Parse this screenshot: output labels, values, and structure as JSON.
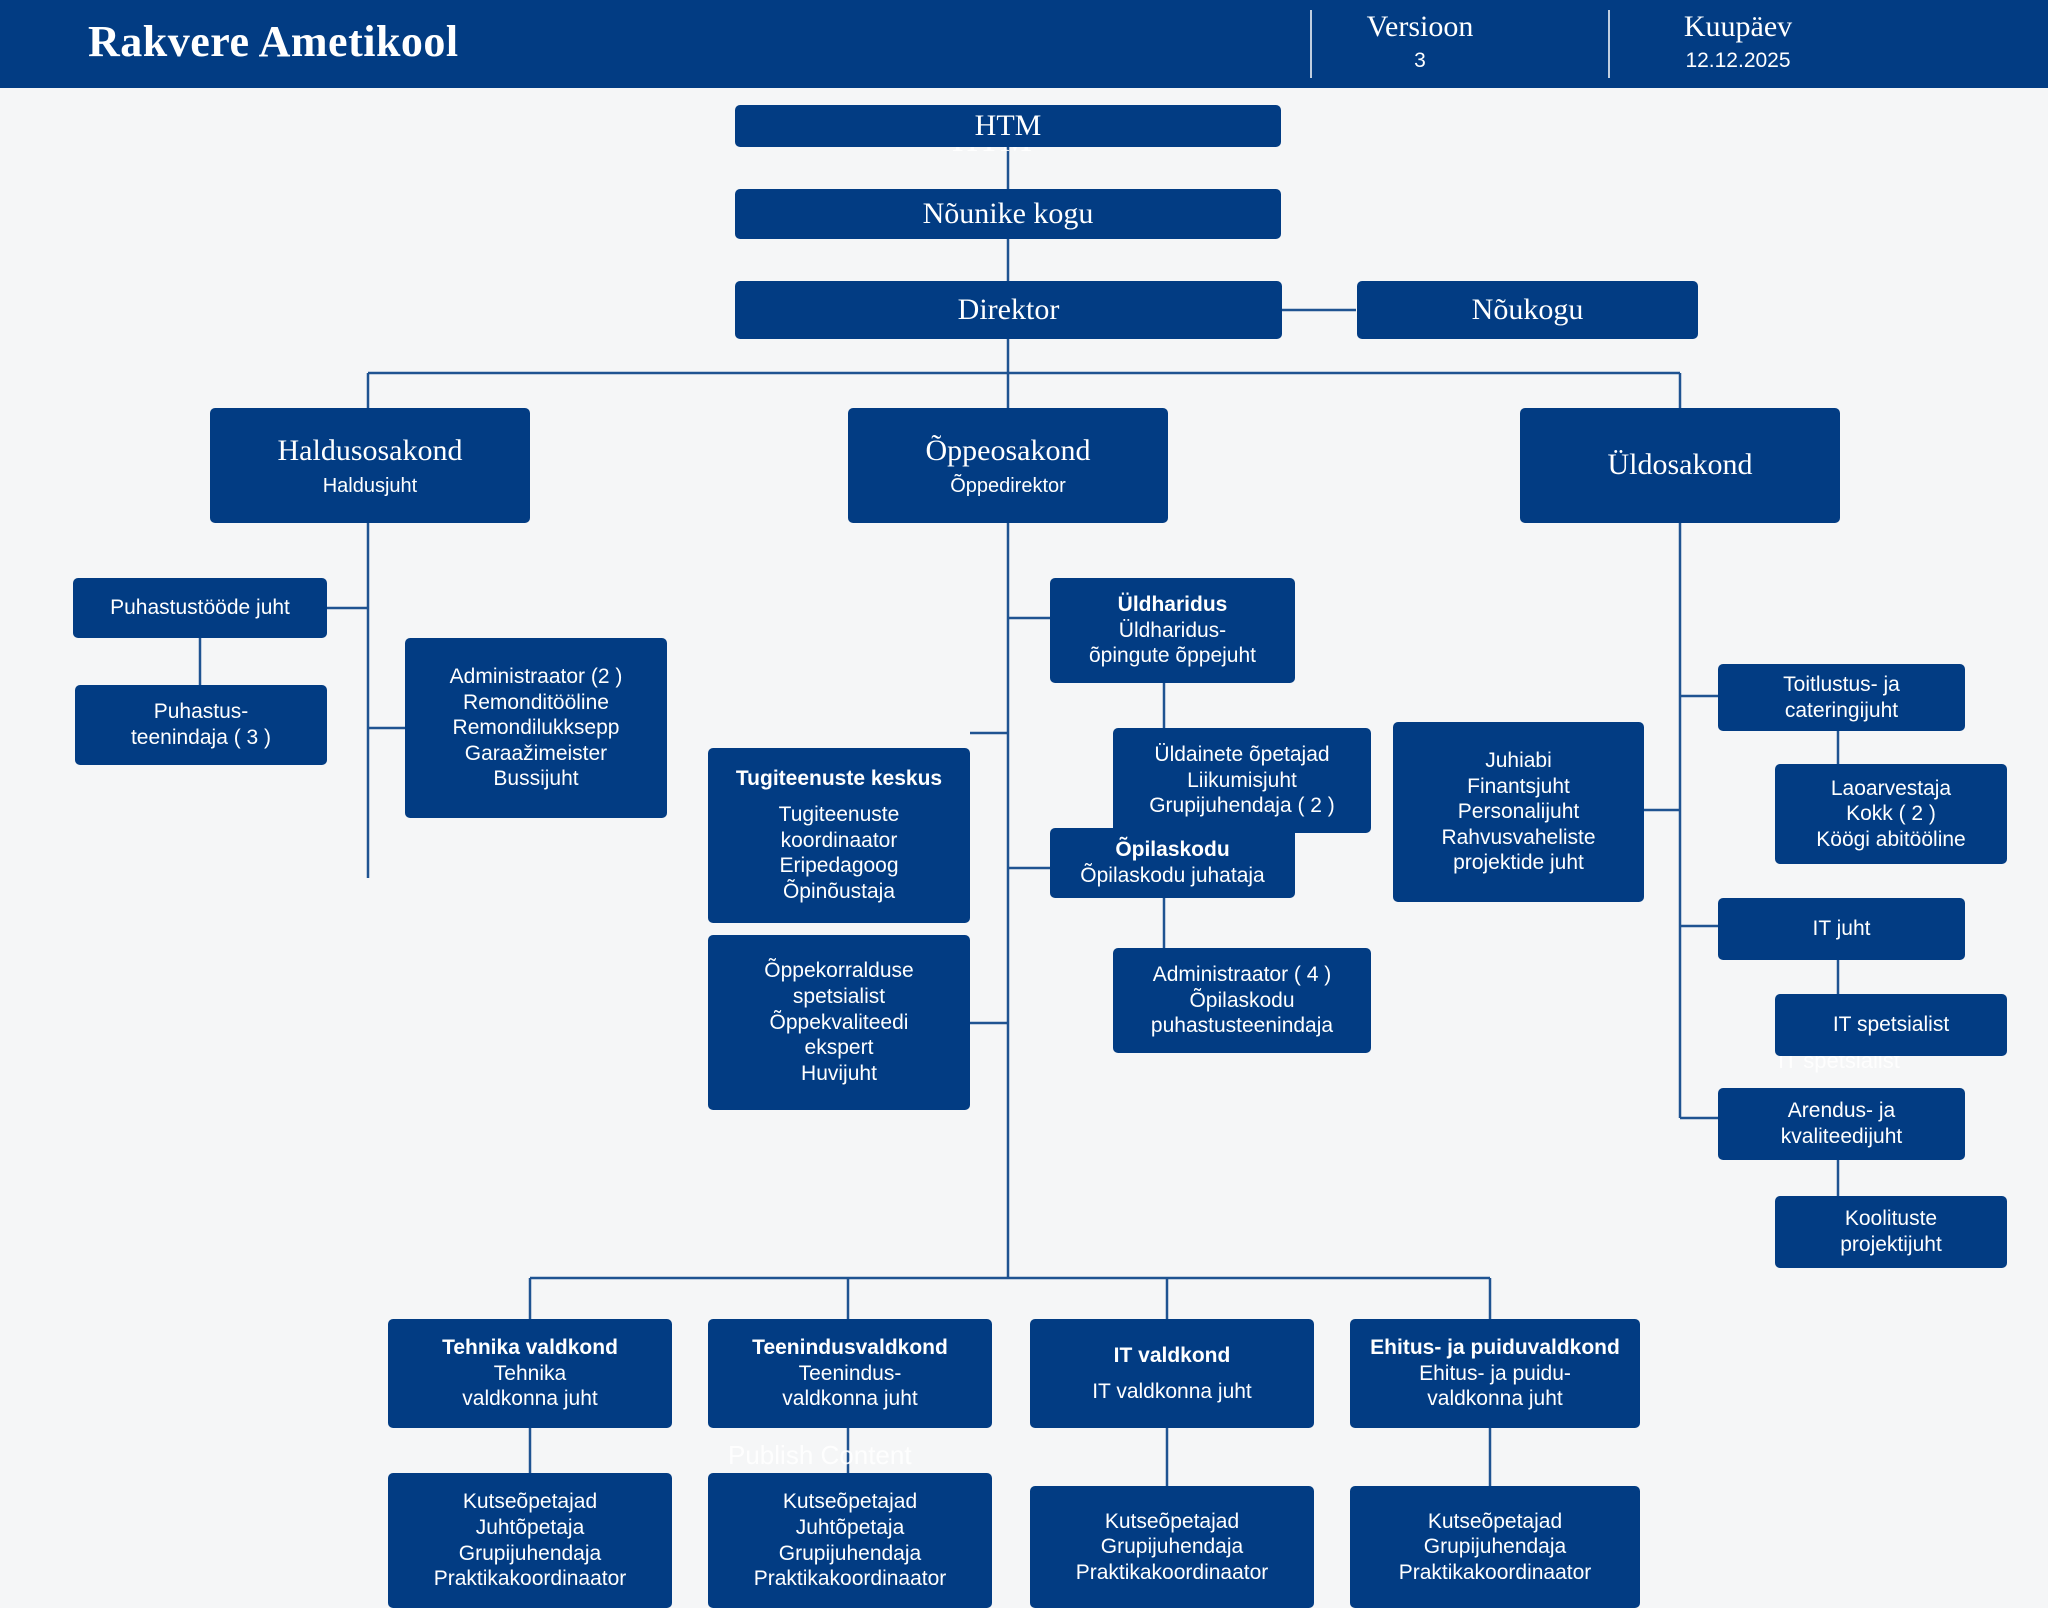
{
  "header": {
    "brand": "Rakvere Ametikool",
    "version_label": "Versioon",
    "version_value": "3",
    "date_label": "Kuupäev",
    "date_value": "12.12.2025",
    "bar_color": "#023C83"
  },
  "theme": {
    "node_fill": "#023C83",
    "node_text": "#ffffff",
    "line_color": "#1F5391",
    "background": "#f5f6f7"
  },
  "nodes": {
    "htm": {
      "title": "HTM"
    },
    "nounike_kogu": {
      "title": "Nõunike kogu"
    },
    "direktor": {
      "title": "Direktor"
    },
    "noukogu": {
      "title": "Nõukogu"
    },
    "haldusosakond": {
      "title": "Haldusosakond",
      "subtitle": "Haldusjuht"
    },
    "oppeosakond": {
      "title": "Õppeosakond",
      "subtitle": "Õppedirektor"
    },
    "uldosakond": {
      "title": "Üldosakond",
      "subtitle": ""
    },
    "puhastustoode_juht": {
      "title": "Puhastustööde juht"
    },
    "puhastusteenindaja": {
      "lines": [
        "Puhastus-",
        "teenindaja ( 3 )"
      ]
    },
    "haldus_staff": {
      "lines": [
        "Administraator (2 )",
        "Remonditööline",
        "Remondilukksepp",
        "Garaažimeister",
        "Bussijuht"
      ]
    },
    "tugiteenuste_keskus": {
      "title": "Tugiteenuste keskus",
      "lines": [
        "Tugiteenuste",
        "koordinaator",
        "Eripedagoog",
        "Õpinõustaja"
      ]
    },
    "oppekorraldus": {
      "lines": [
        "Õppekorralduse",
        "spetsialist",
        "Õppekvaliteedi",
        "ekspert",
        "Huvijuht"
      ]
    },
    "uldharidus": {
      "title": "Üldharidus",
      "lines": [
        "Üldharidus-",
        "õpingute õppejuht"
      ]
    },
    "uldained_staff": {
      "lines": [
        "Üldainete õpetajad",
        "Liikumisjuht",
        "Grupijuhendaja ( 2 )"
      ]
    },
    "opilaskodu": {
      "title": "Õpilaskodu",
      "lines": [
        "Õpilaskodu juhataja"
      ]
    },
    "opilaskodu_staff": {
      "lines": [
        "Administraator ( 4 )",
        "Õpilaskodu",
        "puhastusteenindaja"
      ]
    },
    "uld_staff": {
      "lines": [
        "Juhiabi",
        "Finantsjuht",
        "Personalijuht",
        "Rahvusvaheliste",
        "projektide juht"
      ]
    },
    "toitlustus": {
      "lines": [
        "Toitlustus- ja",
        "cateringijuht"
      ]
    },
    "koogi_staff": {
      "lines": [
        "Laoarvestaja",
        "Kokk ( 2 )",
        "Köögi abitööline"
      ]
    },
    "it_juht": {
      "title": "IT juht"
    },
    "it_spetsialist": {
      "title": "IT spetsialist"
    },
    "arendus_juht": {
      "lines": [
        "Arendus- ja",
        "kvaliteedijuht"
      ]
    },
    "koolituste_juht": {
      "lines": [
        "Koolituste",
        "projektijuht"
      ]
    },
    "tehnika_valdkond": {
      "title": "Tehnika valdkond",
      "lines": [
        "Tehnika",
        "valdkonna juht"
      ]
    },
    "teenindus_valdkond": {
      "title": "Teenindusvaldkond",
      "lines": [
        "Teenindus-",
        "valdkonna juht"
      ]
    },
    "it_valdkond": {
      "title": "IT valdkond",
      "lines": [
        "IT valdkonna juht"
      ]
    },
    "ehitus_valdkond": {
      "title": "Ehitus- ja puiduvaldkond",
      "lines": [
        "Ehitus- ja puidu-",
        "valdkonna juht"
      ]
    },
    "tehnika_staff": {
      "lines": [
        "Kutseõpetajad",
        "Juhtõpetaja",
        "Grupijuhendaja",
        "Praktikakoordinaator"
      ]
    },
    "teenindus_staff": {
      "lines": [
        "Kutseõpetajad",
        "Juhtõpetaja",
        "Grupijuhendaja",
        "Praktikakoordinaator"
      ]
    },
    "it_staff": {
      "lines": [
        "Kutseõpetajad",
        "Grupijuhendaja",
        "Praktikakoordinaator"
      ]
    },
    "ehitus_staff": {
      "lines": [
        "Kutseõpetajad",
        "Grupijuhendaja",
        "Praktikakoordinaator"
      ]
    }
  },
  "ghost_text": {
    "htm": "HTM",
    "it_spetsialist": "IT spetsialist",
    "publish_content": "Publish Content"
  }
}
